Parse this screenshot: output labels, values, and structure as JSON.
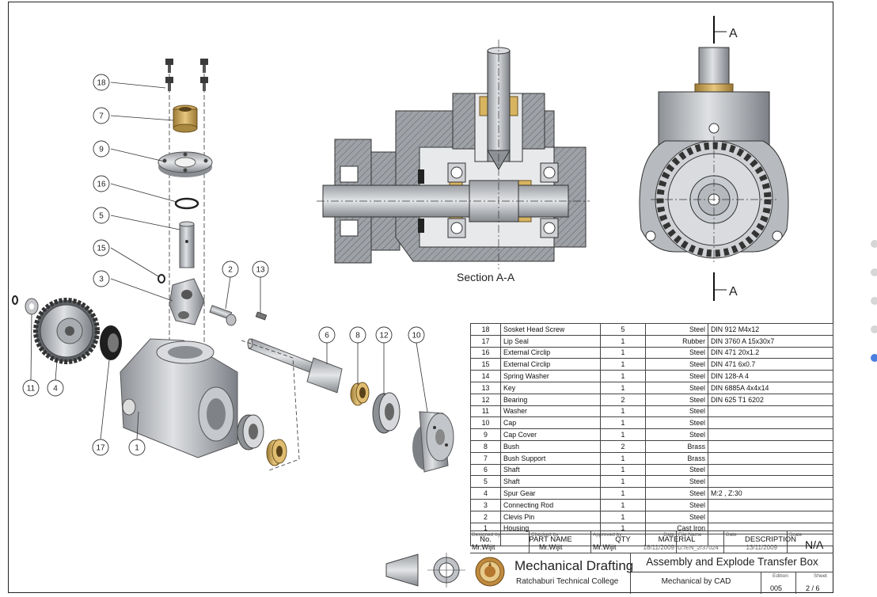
{
  "views": {
    "section_label": "Section A-A",
    "cut_plane_label": "A"
  },
  "callouts": [
    "18",
    "7",
    "9",
    "16",
    "5",
    "15",
    "3",
    "2",
    "13",
    "6",
    "8",
    "12",
    "10",
    "11",
    "4",
    "17",
    "1"
  ],
  "parts_table": {
    "headers": [
      "No.",
      "PART NAME",
      "QTY",
      "MATERIAL",
      "DESCRIPTION"
    ],
    "rows": [
      [
        "18",
        "Sosket Head Screw",
        "5",
        "Steel",
        "DIN 912 M4x12"
      ],
      [
        "17",
        "Lip Seal",
        "1",
        "Rubber",
        "DIN 3760 A 15x30x7"
      ],
      [
        "16",
        "External Circlip",
        "1",
        "Steel",
        "DIN 471 20x1.2"
      ],
      [
        "15",
        "External Circlip",
        "1",
        "Steel",
        "DIN 471 6x0.7"
      ],
      [
        "14",
        "Spring Washer",
        "1",
        "Steel",
        "DIN 128-A 4"
      ],
      [
        "13",
        "Key",
        "1",
        "Steel",
        "DIN 6885A 4x4x14"
      ],
      [
        "12",
        "Bearing",
        "2",
        "Steel",
        "DIN 625 T1 6202"
      ],
      [
        "11",
        "Washer",
        "1",
        "Steel",
        ""
      ],
      [
        "10",
        "Cap",
        "1",
        "Steel",
        ""
      ],
      [
        "9",
        "Cap Cover",
        "1",
        "Steel",
        ""
      ],
      [
        "8",
        "Bush",
        "2",
        "Brass",
        ""
      ],
      [
        "7",
        "Bush Support",
        "1",
        "Brass",
        ""
      ],
      [
        "6",
        "Shaft",
        "1",
        "Steel",
        ""
      ],
      [
        "5",
        "Shaft",
        "1",
        "Steel",
        ""
      ],
      [
        "4",
        "Spur Gear",
        "1",
        "Steel",
        "M:2 , Z:30"
      ],
      [
        "3",
        "Connecting Rod",
        "1",
        "Steel",
        ""
      ],
      [
        "2",
        "Clevis Pin",
        "1",
        "Steel",
        ""
      ],
      [
        "1",
        "Housing",
        "1",
        "Cast Iron",
        ""
      ]
    ]
  },
  "title_block": {
    "designed_by_label": "Designed by",
    "designed_by": "Mr.Wijit",
    "checked_by_label": "Checked by",
    "checked_by": "Mr.Wijit",
    "approved_by_label": "Approved by",
    "approved_by": "Mr.Wijit",
    "date_label": "Date",
    "approved_date": "18/11/2009",
    "file_name_label": "File Name",
    "file_name": "G:/EN_2/37024",
    "date2_label": "Date",
    "date2": "13/11/2009",
    "scale_label": "Scale",
    "scale": "N/A",
    "college_name": "Mechanical Drafting",
    "college_sub": "Ratchaburi Technical College",
    "drawing_title": "Assembly and Explode Transfer Box",
    "cad_note": "Mechanical by CAD",
    "edition_label": "Edition",
    "edition": "005",
    "sheet_label": "Sheet",
    "sheet": "2 / 6"
  },
  "colors": {
    "metal": "#b9bcc1",
    "metal_dark": "#7f8388",
    "brass": "#c9a45a",
    "rubber": "#2a2a2a",
    "active_dot": "#4a7fe0"
  }
}
